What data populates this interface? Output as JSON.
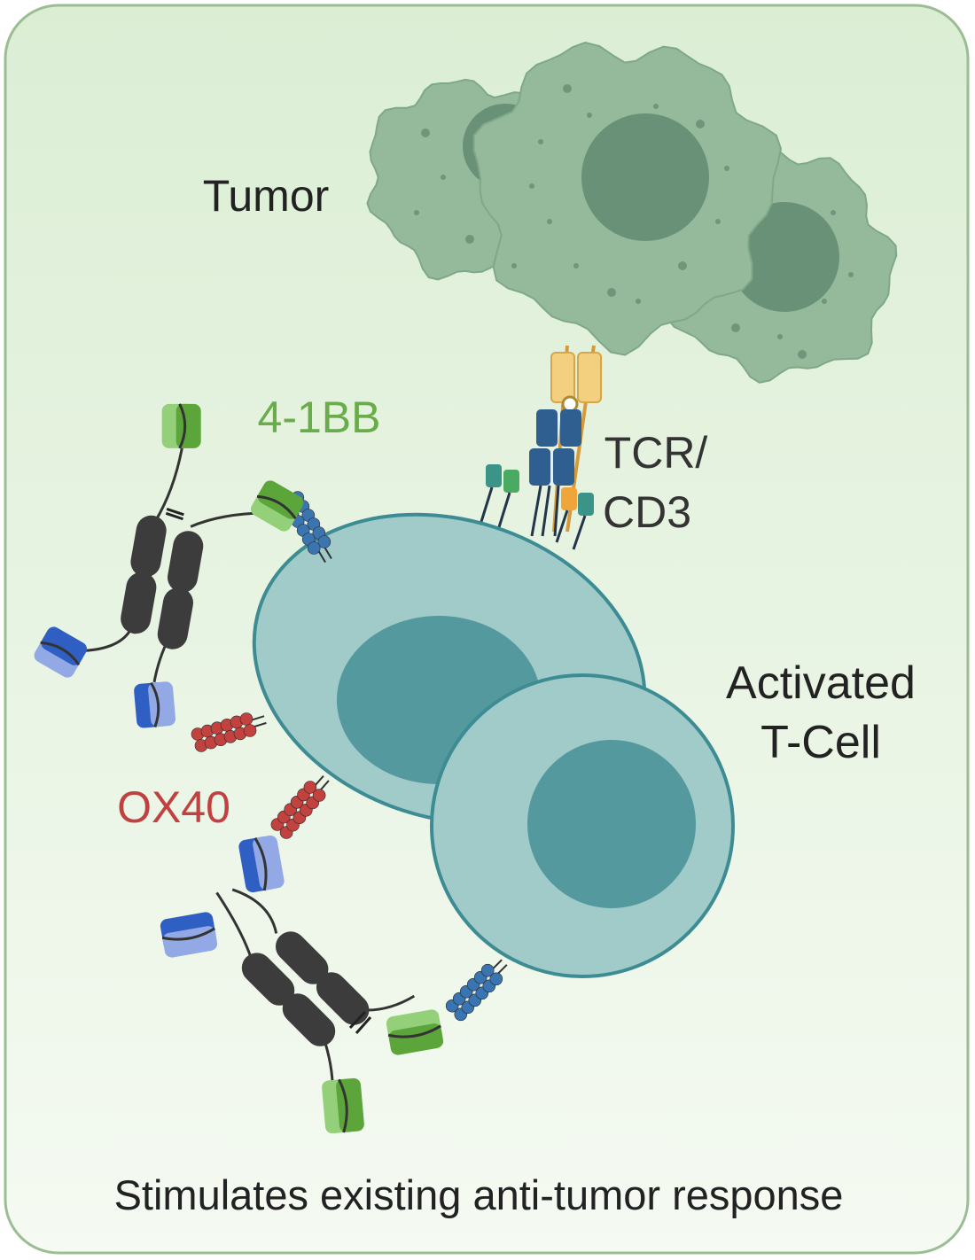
{
  "labels": {
    "tumor": "Tumor",
    "receptor_41bb": "4-1BB",
    "tcr_line1": "TCR/",
    "tcr_line2": "CD3",
    "tcell_line1": "Activated",
    "tcell_line2": "T-Cell",
    "receptor_ox40": "OX40",
    "caption": "Stimulates existing anti-tumor response"
  },
  "colors": {
    "background_top": "#dbeed4",
    "background_bottom": "#f4faf1",
    "border": "#9bbd93",
    "tumor": "#95b99b",
    "tumor_nucleus": "#689177",
    "tcell": "#a0cbc9",
    "tcell_stroke": "#3e8c93",
    "tcell_nucleus": "#54999e",
    "antibody": "#3c3c3c",
    "green_dark": "#5ba53a",
    "green_light": "#94d07a",
    "blue_dark": "#2f5fc2",
    "blue_light": "#93a9e6",
    "red_receptor": "#c1423f",
    "blue_receptor": "#3a74b1",
    "label_41bb": "#6aab4b",
    "label_ox40": "#c0413f"
  }
}
